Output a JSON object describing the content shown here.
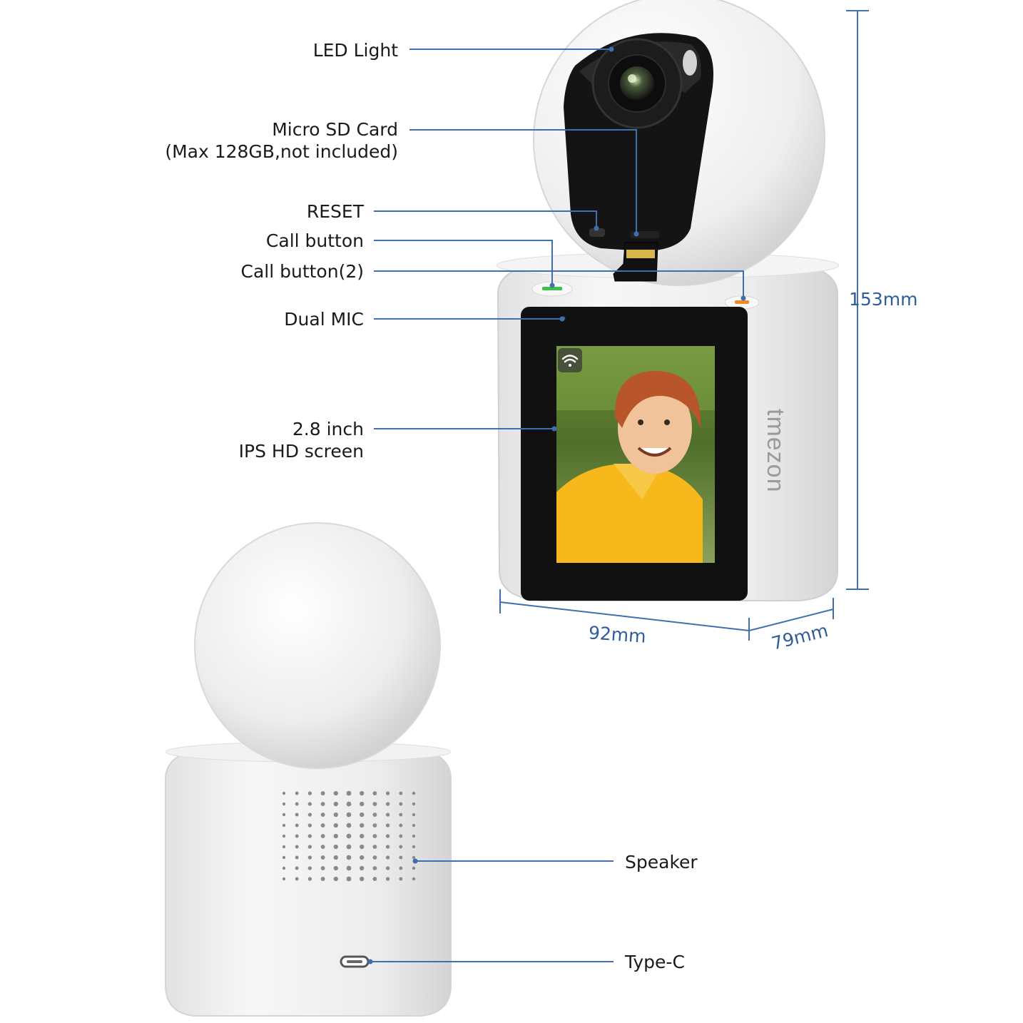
{
  "callouts": {
    "led_light": "LED Light",
    "micro_sd_line1": "Micro SD Card",
    "micro_sd_line2": "(Max 128GB,not included)",
    "reset": "RESET",
    "call_button": "Call button",
    "call_button_2": "Call button(2)",
    "dual_mic": "Dual MIC",
    "screen_line1": "2.8 inch",
    "screen_line2": "IPS HD screen",
    "speaker": "Speaker",
    "type_c": "Type-C"
  },
  "dimensions": {
    "height": "153mm",
    "width": "92mm",
    "depth": "79mm"
  },
  "brand": {
    "logo_text": "tmezon"
  },
  "colors": {
    "callout_line": "#3f6fae",
    "dimension_text": "#2f5d9a",
    "device_body": "#ececec",
    "call_button_green": "#3cc24a",
    "call_button_orange": "#f08a24"
  }
}
